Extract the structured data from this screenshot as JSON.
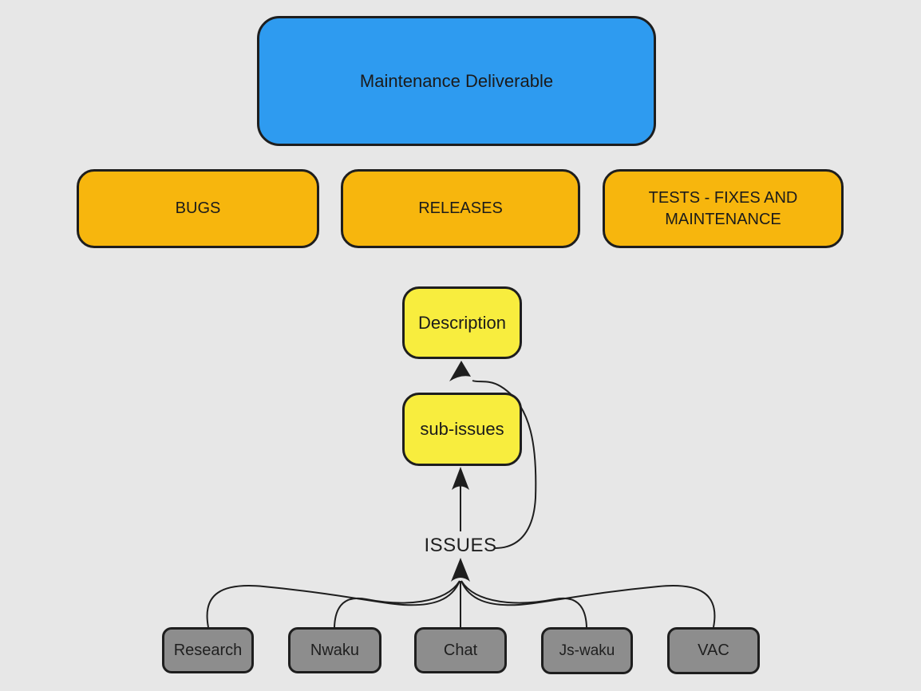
{
  "diagram": {
    "nodes": {
      "maintenance": {
        "label": "Maintenance Deliverable",
        "color": "#2e9bf0"
      },
      "bugs": {
        "label": "BUGS",
        "color": "#f7b60d"
      },
      "releases": {
        "label": "RELEASES",
        "color": "#f7b60d"
      },
      "tests": {
        "label": "TESTS - FIXES AND MAINTENANCE",
        "color": "#f7b60d"
      },
      "description": {
        "label": "Description",
        "color": "#f8ed3e"
      },
      "sub_issues": {
        "label": "sub-issues",
        "color": "#f8ed3e"
      },
      "issues": {
        "label": "ISSUES",
        "color": "none"
      },
      "research": {
        "label": "Research",
        "color": "#8d8d8d"
      },
      "nwaku": {
        "label": "Nwaku",
        "color": "#8d8d8d"
      },
      "chat": {
        "label": "Chat",
        "color": "#8d8d8d"
      },
      "js_waku": {
        "label": "Js-waku",
        "color": "#8d8d8d"
      },
      "vac": {
        "label": "VAC",
        "color": "#8d8d8d"
      }
    },
    "edges": [
      {
        "from": "research",
        "to": "issues",
        "arrow": "shared-up"
      },
      {
        "from": "nwaku",
        "to": "issues",
        "arrow": "shared-up"
      },
      {
        "from": "chat",
        "to": "issues",
        "arrow": "shared-up"
      },
      {
        "from": "js_waku",
        "to": "issues",
        "arrow": "shared-up"
      },
      {
        "from": "vac",
        "to": "issues",
        "arrow": "shared-up"
      },
      {
        "from": "issues",
        "to": "sub_issues",
        "arrow": "up"
      },
      {
        "from": "issues",
        "to": "description",
        "arrow": "up-curved"
      }
    ],
    "colors": {
      "background": "#e7e7e7",
      "stroke": "#1e1e1e",
      "blue": "#2e9bf0",
      "amber": "#f7b60d",
      "yellow": "#f8ed3e",
      "gray": "#8d8d8d"
    }
  }
}
